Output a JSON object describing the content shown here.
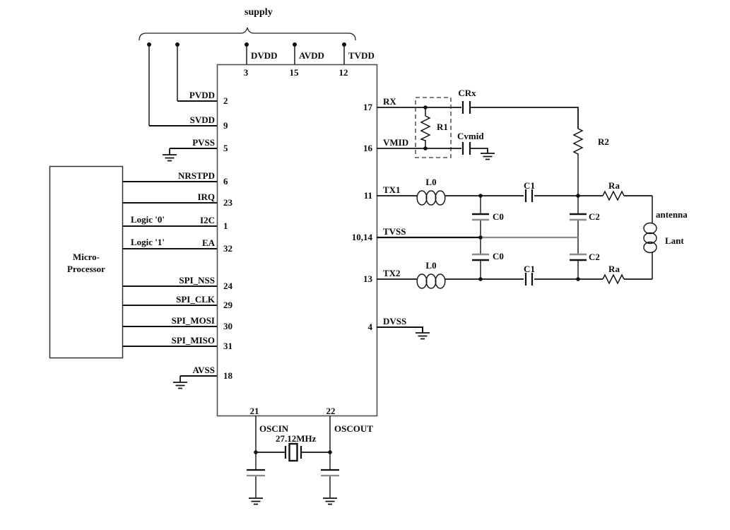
{
  "supply": {
    "label": "supply"
  },
  "micro": {
    "line1": "Micro-",
    "line2": "Processor"
  },
  "chip": {
    "top_pins": [
      {
        "name": "DVDD",
        "num": "3"
      },
      {
        "name": "AVDD",
        "num": "15"
      },
      {
        "name": "TVDD",
        "num": "12"
      }
    ],
    "left_pins": [
      {
        "name": "PVDD",
        "num": "2"
      },
      {
        "name": "SVDD",
        "num": "9"
      },
      {
        "name": "PVSS",
        "num": "5"
      },
      {
        "name": "NRSTPD",
        "num": "6"
      },
      {
        "name": "IRQ",
        "num": "23"
      },
      {
        "name": "I2C",
        "num": "1",
        "note": "Logic '0'"
      },
      {
        "name": "EA",
        "num": "32",
        "note": "Logic '1'"
      },
      {
        "name": "SPI_NSS",
        "num": "24"
      },
      {
        "name": "SPI_CLK",
        "num": "29"
      },
      {
        "name": "SPI_MOSI",
        "num": "30"
      },
      {
        "name": "SPI_MISO",
        "num": "31"
      },
      {
        "name": "AVSS",
        "num": "18"
      }
    ],
    "right_pins": [
      {
        "name": "RX",
        "num": "17"
      },
      {
        "name": "VMID",
        "num": "16"
      },
      {
        "name": "TX1",
        "num": "11"
      },
      {
        "name": "TVSS",
        "num": "10,14"
      },
      {
        "name": "TX2",
        "num": "13"
      },
      {
        "name": "DVSS",
        "num": "4"
      }
    ],
    "bottom_pins": [
      {
        "name": "OSCIN",
        "num": "21"
      },
      {
        "name": "OSCOUT",
        "num": "22"
      }
    ]
  },
  "components": {
    "r1": "R1",
    "r2": "R2",
    "crx": "CRx",
    "cvmid": "Cvmid",
    "l0_tx1": "L0",
    "l0_tx2": "L0",
    "c0_top": "C0",
    "c0_bottom": "C0",
    "c1_top": "C1",
    "c1_bottom": "C1",
    "c2_top": "C2",
    "c2_bottom": "C2",
    "ra_top": "Ra",
    "ra_bottom": "Ra",
    "lant": "Lant",
    "antenna": "antenna",
    "crystal_freq": "27.12MHz"
  },
  "colors": {
    "wire": "#1a1a1a",
    "wire_light": "#8a8a8a",
    "text": "#0a0a0a",
    "background": "#ffffff"
  }
}
